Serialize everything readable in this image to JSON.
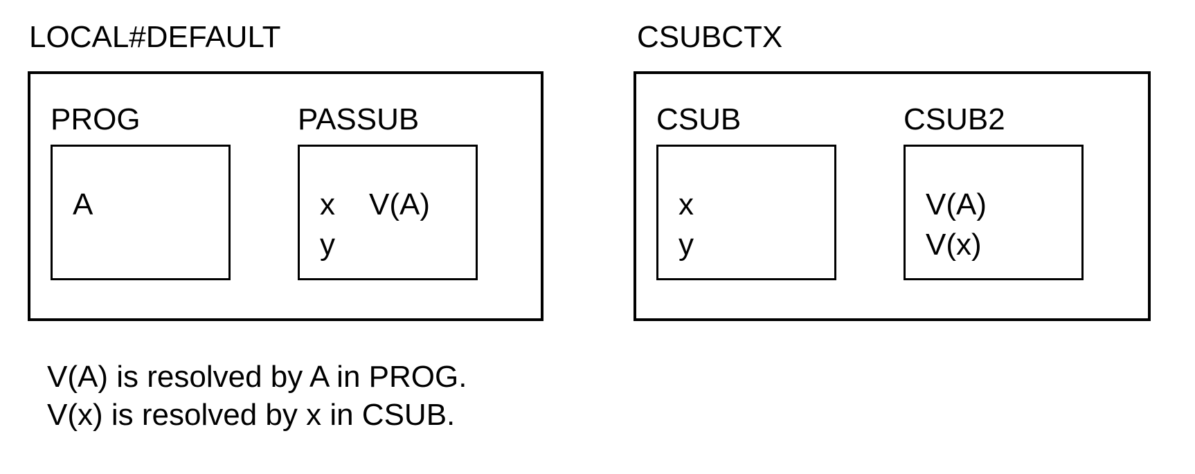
{
  "page": {
    "background_color": "#ffffff",
    "ink_color": "#000000"
  },
  "contexts": [
    {
      "title": "LOCAL#DEFAULT",
      "frames": [
        {
          "name": "PROG",
          "rows": [
            {
              "cells": [
                "A"
              ]
            }
          ]
        },
        {
          "name": "PASSUB",
          "rows": [
            {
              "cells": [
                "x",
                "V(A)"
              ]
            },
            {
              "cells": [
                "y"
              ]
            }
          ]
        }
      ]
    },
    {
      "title": "CSUBCTX",
      "frames": [
        {
          "name": "CSUB",
          "rows": [
            {
              "cells": [
                "x"
              ]
            },
            {
              "cells": [
                "y"
              ]
            }
          ]
        },
        {
          "name": "CSUB2",
          "rows": [
            {
              "cells": [
                "V(A)"
              ]
            },
            {
              "cells": [
                "V(x)"
              ]
            }
          ]
        }
      ]
    }
  ],
  "notes": {
    "line1": "V(A) is resolved by A in PROG.",
    "line2": "V(x) is resolved by x in CSUB."
  }
}
